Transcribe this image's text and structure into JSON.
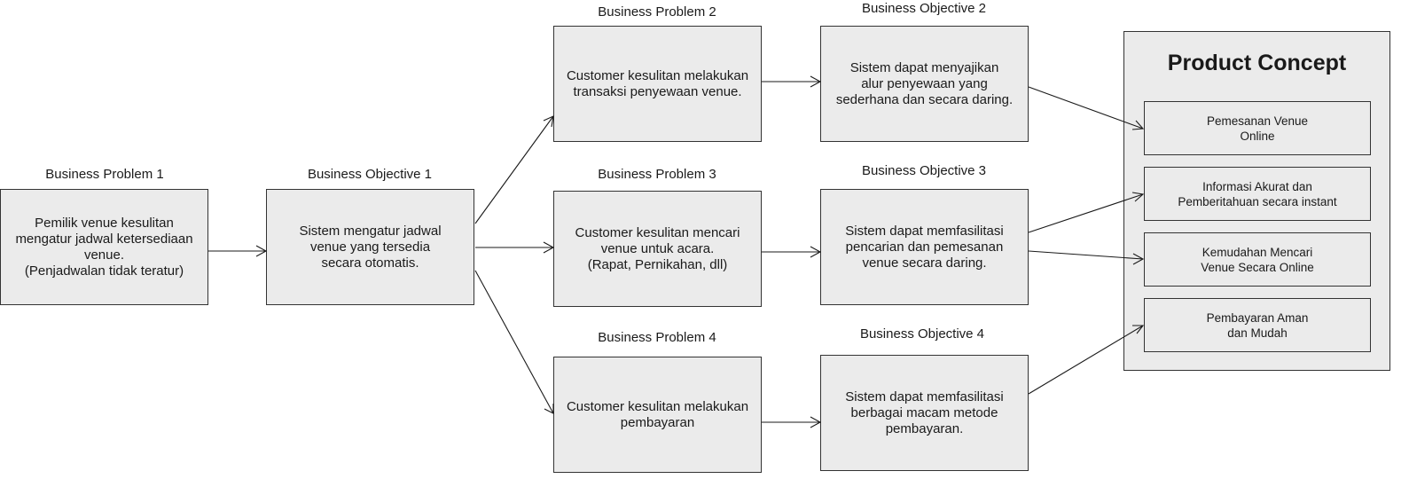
{
  "nodes": {
    "bp1": {
      "title": "Business Problem 1",
      "text": "Pemilik venue kesulitan\nmengatur jadwal ketersediaan\nvenue.\n(Penjadwalan tidak teratur)"
    },
    "bo1": {
      "title": "Business Objective 1",
      "text": "Sistem mengatur jadwal\nvenue yang tersedia\nsecara otomatis."
    },
    "bp2": {
      "title": "Business Problem 2",
      "text": "Customer kesulitan melakukan\ntransaksi penyewaan venue."
    },
    "bp3": {
      "title": "Business Problem 3",
      "text": "Customer kesulitan mencari\nvenue untuk acara.\n(Rapat, Pernikahan, dll)"
    },
    "bp4": {
      "title": "Business Problem 4",
      "text": "Customer kesulitan melakukan\npembayaran"
    },
    "bo2": {
      "title": "Business Objective 2",
      "text": "Sistem dapat menyajikan\nalur penyewaan yang\nsederhana dan secara daring."
    },
    "bo3": {
      "title": "Business Objective 3",
      "text": "Sistem dapat memfasilitasi\npencarian dan pemesanan\nvenue secara daring."
    },
    "bo4": {
      "title": "Business Objective 4",
      "text": "Sistem dapat memfasilitasi\nberbagai macam metode\npembayaran."
    }
  },
  "product_concept": {
    "title": "Product Concept",
    "items": [
      "Pemesanan Venue\nOnline",
      "Informasi Akurat dan\nPemberitahuan secara instant",
      "Kemudahan Mencari\nVenue Secara Online",
      "Pembayaran Aman\ndan Mudah"
    ]
  },
  "style": {
    "box_fill": "#ebebeb",
    "stroke": "#333333"
  }
}
